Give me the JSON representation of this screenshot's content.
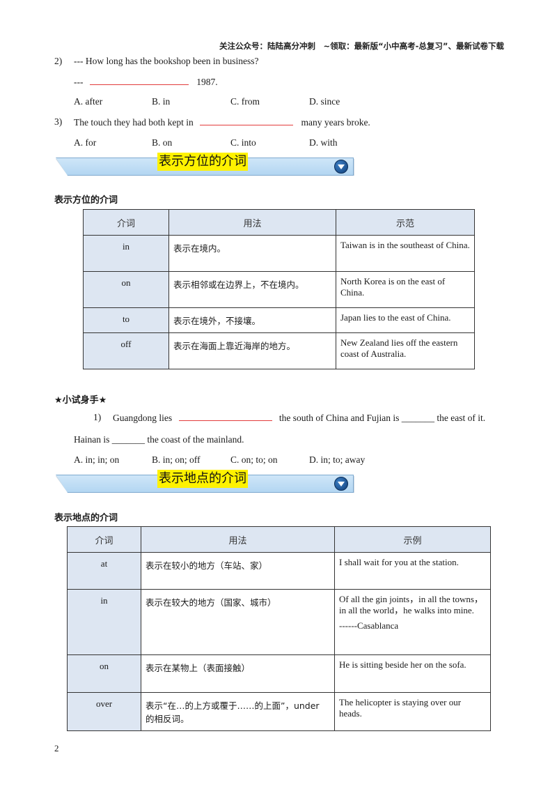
{
  "header": "关注公众号：陆陆高分冲刺　~领取：最新版“小中高考-总复习”、最新试卷下载",
  "q2": {
    "num": "2)",
    "text": "--- How long has the bookshop been in business?",
    "ans_prefix": "---",
    "ans_suffix": "1987.",
    "options": [
      "A. after",
      "B. in",
      "C. from",
      "D. since"
    ]
  },
  "q3": {
    "num": "3)",
    "text_before": "The touch they had both kept in",
    "text_after": "many years broke.",
    "options": [
      "A. for",
      "B. on",
      "C. into",
      "D. with"
    ]
  },
  "banner1": "表示方位的介词",
  "section1_title": "表示方位的介词",
  "table1": {
    "headers": [
      "介词",
      "用法",
      "示范"
    ],
    "rows": [
      [
        "in",
        "表示在境内。",
        "Taiwan is in the southeast of China."
      ],
      [
        "on",
        "表示相邻或在边界上，不在境内。",
        "North Korea is on the east of China."
      ],
      [
        "to",
        "表示在境外，不接壤。",
        "Japan lies to the east of China."
      ],
      [
        "off",
        "表示在海面上靠近海岸的地方。",
        "New Zealand lies off the eastern coast of Australia."
      ]
    ]
  },
  "practice": {
    "title": "★小试身手★",
    "num": "1)",
    "text_before": "Guangdong lies",
    "text_mid": "the south of China and Fujian is _______ the east of it.",
    "text_line2": "Hainan is _______ the coast of the mainland.",
    "options": [
      "A. in; in; on",
      "B. in; on; off",
      "C. on; to; on",
      "D. in; to; away"
    ]
  },
  "banner2": "表示地点的介词",
  "section2_title": "表示地点的介词",
  "table2": {
    "headers": [
      "介词",
      "用法",
      "示例"
    ],
    "rows": [
      [
        "at",
        "表示在较小的地方（车站、家）",
        "I shall wait for you at the station.",
        ""
      ],
      [
        "in",
        "表示在较大的地方（国家、城市）",
        "Of all the gin joints，in all the towns，in all the world，he walks into mine.",
        "------Casablanca"
      ],
      [
        "on",
        "表示在某物上（表面接触）",
        "He is sitting beside her on the sofa.",
        ""
      ],
      [
        "over",
        "表示“在…的上方或覆于……的上面”，under 的相反词。",
        "The helicopter is staying over our heads.",
        ""
      ]
    ]
  },
  "page_number": "2"
}
